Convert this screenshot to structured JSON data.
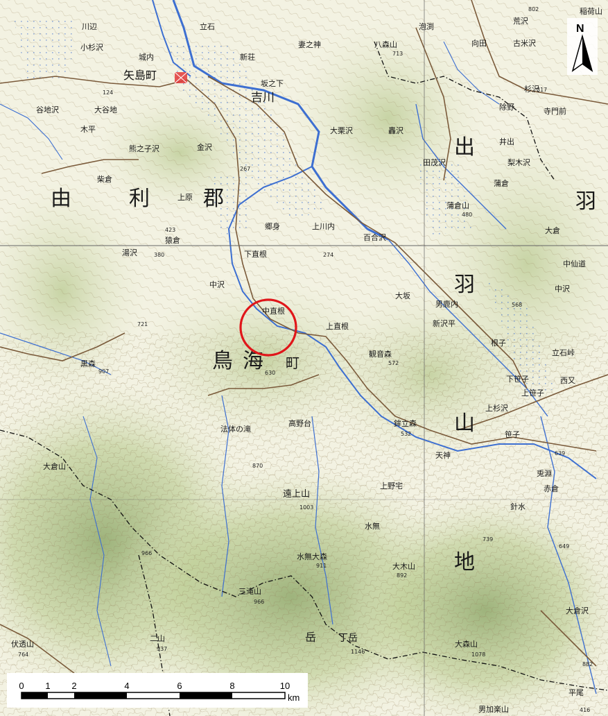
{
  "colors": {
    "paper": "#f3f2e2",
    "relief_light": "#dfe6c4",
    "relief_mid": "#bccd94",
    "relief_dark": "#8fa86a",
    "contour": "#9c8a64",
    "river": "#3d6fd1",
    "road": "#7a5a3a",
    "boundary": "#111111",
    "circle": "#e0161a",
    "settlement": "#e23a3a"
  },
  "north_arrow": {
    "label": "N",
    "icon": "north-arrow-icon"
  },
  "scale_bar": {
    "ticks": [
      "0",
      "1",
      "2",
      "4",
      "6",
      "8",
      "10"
    ],
    "unit": "km"
  },
  "town": {
    "name": "矢島町"
  },
  "region_labels": [
    {
      "id": "yuri-1",
      "text": "由"
    },
    {
      "id": "yuri-2",
      "text": "利"
    },
    {
      "id": "yuri-3",
      "text": "郡"
    },
    {
      "id": "dewa-1",
      "text": "出"
    },
    {
      "id": "dewa-2",
      "text": "羽"
    },
    {
      "id": "dewa-3",
      "text": "羽"
    },
    {
      "id": "chokai-1",
      "text": "鳥"
    },
    {
      "id": "chokai-2",
      "text": "海"
    },
    {
      "id": "chokai-3",
      "text": "町"
    },
    {
      "id": "sanchi-1",
      "text": "山"
    },
    {
      "id": "sanchi-2",
      "text": "地"
    }
  ],
  "places": [
    "川辺",
    "立石",
    "小杉沢",
    "城内",
    "新荘",
    "妻之神",
    "八森山",
    "泡渕",
    "向田",
    "古米沢",
    "荒沢",
    "坂之下",
    "吉川",
    "轟沢",
    "井出",
    "除野",
    "杉沢",
    "寺門前",
    "谷地沢",
    "大谷地",
    "木平",
    "熊之子沢",
    "金沢",
    "大栗沢",
    "田茂沢",
    "梨木沢",
    "柴倉",
    "上原",
    "蒲倉",
    "上川内",
    "百合沢",
    "蒲倉山",
    "猿倉",
    "湯沢",
    "下直根",
    "郷身",
    "大坂",
    "男鹿内",
    "新沢平",
    "中直根",
    "上直根",
    "観音森",
    "根子",
    "立石峠",
    "中仙道",
    "黒森",
    "中沢",
    "法体の滝",
    "高野台",
    "鉾立森",
    "上笹子",
    "下笹子",
    "笹子",
    "西又",
    "上杉沢",
    "天神",
    "大倉",
    "中沢",
    "大倉山",
    "遠上山",
    "上野宅",
    "水無",
    "兎淵",
    "赤倉",
    "針水",
    "水無大森",
    "大木山",
    "三滝山",
    "二山",
    "伏透山",
    "丁岳",
    "大森山",
    "岳",
    "男加楽山",
    "平尾",
    "大倉沢",
    "稲荷山"
  ],
  "elevations": [
    "423",
    "267",
    "380",
    "124",
    "274",
    "480",
    "568",
    "572",
    "630",
    "721",
    "907",
    "870",
    "1003",
    "966",
    "911",
    "892",
    "966",
    "937",
    "764",
    "1146",
    "1078",
    "532",
    "639",
    "739",
    "649",
    "317",
    "802",
    "713",
    "416",
    "882"
  ]
}
